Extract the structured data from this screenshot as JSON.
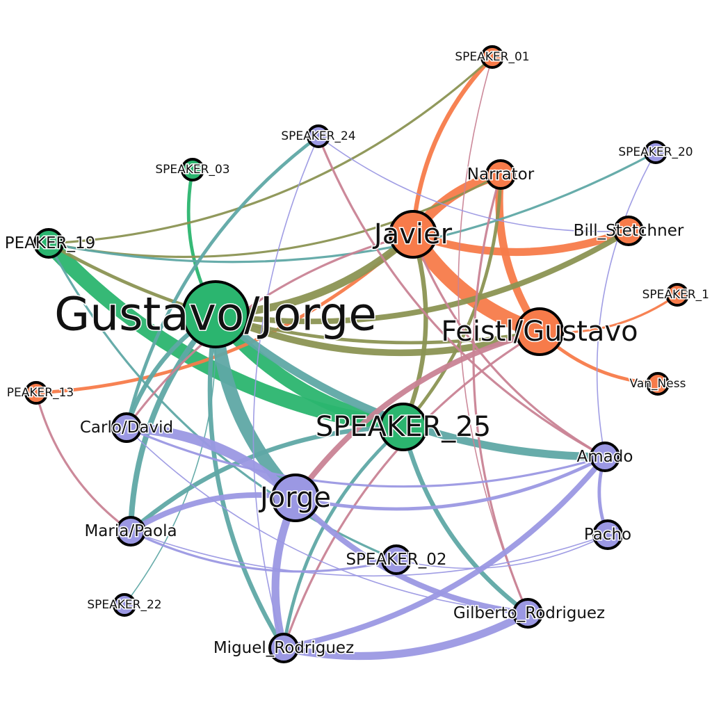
{
  "colors": {
    "green": "#2bb56f",
    "orange": "#f77b4a",
    "purple": "#9b98e3",
    "olive": "#8b9453",
    "teal": "#5fa8a5",
    "pink": "#c98395",
    "green_edge": "#2bb56f",
    "orange_edge": "#f77b4a",
    "purple_edge": "#9b98e3"
  },
  "nodes": [
    {
      "id": "gustavo_jorge",
      "label": "Gustavo/Jorge",
      "color": "green",
      "size": "xl"
    },
    {
      "id": "speaker_25",
      "label": "SPEAKER_25",
      "color": "green",
      "size": "l"
    },
    {
      "id": "speaker_19",
      "label": "PEAKER_19",
      "color": "green",
      "size": "m"
    },
    {
      "id": "speaker_03",
      "label": "SPEAKER_03",
      "color": "green",
      "size": "s"
    },
    {
      "id": "javier",
      "label": "Javier",
      "color": "orange",
      "size": "l"
    },
    {
      "id": "feistl_gustavo",
      "label": "Feistl/Gustavo",
      "color": "orange",
      "size": "l"
    },
    {
      "id": "narrator",
      "label": "Narrator",
      "color": "orange",
      "size": "m"
    },
    {
      "id": "bill_stetchner",
      "label": "Bill_Stetchner",
      "color": "orange",
      "size": "m"
    },
    {
      "id": "speaker_01",
      "label": "SPEAKER_01",
      "color": "orange",
      "size": "s"
    },
    {
      "id": "speaker_1",
      "label": "SPEAKER_1",
      "color": "orange",
      "size": "s"
    },
    {
      "id": "van_ness",
      "label": "Van_Ness",
      "color": "orange",
      "size": "s"
    },
    {
      "id": "speaker_13",
      "label": "PEAKER_13",
      "color": "orange",
      "size": "s"
    },
    {
      "id": "jorge",
      "label": "Jorge",
      "color": "purple",
      "size": "l"
    },
    {
      "id": "carlo_david",
      "label": "Carlo/David",
      "color": "purple",
      "size": "m"
    },
    {
      "id": "maria_paola",
      "label": "Maria/Paola",
      "color": "purple",
      "size": "m"
    },
    {
      "id": "amado",
      "label": "Amado",
      "color": "purple",
      "size": "m"
    },
    {
      "id": "pacho",
      "label": "Pacho",
      "color": "purple",
      "size": "m"
    },
    {
      "id": "speaker_02",
      "label": "SPEAKER_02",
      "color": "purple",
      "size": "m"
    },
    {
      "id": "gilberto_rodriguez",
      "label": "Gilberto_Rodriguez",
      "color": "purple",
      "size": "m"
    },
    {
      "id": "miguel_rodriguez",
      "label": "Miguel_Rodriguez",
      "color": "purple",
      "size": "m"
    },
    {
      "id": "speaker_22",
      "label": "SPEAKER_22",
      "color": "purple",
      "size": "s"
    },
    {
      "id": "speaker_24",
      "label": "SPEAKER_24",
      "color": "purple",
      "size": "s"
    },
    {
      "id": "speaker_20",
      "label": "SPEAKER_20",
      "color": "purple",
      "size": "s"
    }
  ],
  "edges": [
    {
      "source": "speaker_19",
      "target": "speaker_25",
      "weight": 14,
      "color": "green_edge"
    },
    {
      "source": "gustavo_jorge",
      "target": "speaker_25",
      "weight": 12,
      "color": "green_edge"
    },
    {
      "source": "javier",
      "target": "feistl_gustavo",
      "weight": 14,
      "color": "orange_edge"
    },
    {
      "source": "narrator",
      "target": "javier",
      "weight": 9,
      "color": "orange_edge"
    },
    {
      "source": "narrator",
      "target": "feistl_gustavo",
      "weight": 7,
      "color": "orange_edge"
    },
    {
      "source": "javier",
      "target": "bill_stetchner",
      "weight": 7,
      "color": "orange_edge"
    },
    {
      "source": "speaker_01",
      "target": "javier",
      "weight": 4,
      "color": "orange_edge"
    },
    {
      "source": "speaker_13",
      "target": "javier",
      "weight": 3,
      "color": "orange_edge"
    },
    {
      "source": "feistl_gustavo",
      "target": "van_ness",
      "weight": 3,
      "color": "orange_edge"
    },
    {
      "source": "feistl_gustavo",
      "target": "speaker_1",
      "weight": 2,
      "color": "orange_edge"
    },
    {
      "source": "speaker_03",
      "target": "gustavo_jorge",
      "weight": 3,
      "color": "green_edge"
    },
    {
      "source": "gustavo_jorge",
      "target": "javier",
      "weight": 7,
      "color": "olive"
    },
    {
      "source": "gustavo_jorge",
      "target": "feistl_gustavo",
      "weight": 6,
      "color": "olive"
    },
    {
      "source": "speaker_19",
      "target": "feistl_gustavo",
      "weight": 3,
      "color": "olive"
    },
    {
      "source": "gustavo_jorge",
      "target": "bill_stetchner",
      "weight": 5,
      "color": "olive"
    },
    {
      "source": "speaker_25",
      "target": "javier",
      "weight": 4,
      "color": "olive"
    },
    {
      "source": "speaker_25",
      "target": "narrator",
      "weight": 3,
      "color": "olive"
    },
    {
      "source": "speaker_19",
      "target": "speaker_01",
      "weight": 2,
      "color": "olive"
    },
    {
      "source": "speaker_19",
      "target": "narrator",
      "weight": 2,
      "color": "olive"
    },
    {
      "source": "gustavo_jorge",
      "target": "jorge",
      "weight": 12,
      "color": "teal"
    },
    {
      "source": "gustavo_jorge",
      "target": "amado",
      "weight": 7,
      "color": "teal"
    },
    {
      "source": "gustavo_jorge",
      "target": "miguel_rodriguez",
      "weight": 4,
      "color": "teal"
    },
    {
      "source": "gustavo_jorge",
      "target": "carlo_david",
      "weight": 4,
      "color": "teal"
    },
    {
      "source": "gustavo_jorge",
      "target": "maria_paola",
      "weight": 5,
      "color": "teal"
    },
    {
      "source": "speaker_25",
      "target": "gilberto_rodriguez",
      "weight": 4,
      "color": "teal"
    },
    {
      "source": "speaker_25",
      "target": "maria_paola",
      "weight": 4,
      "color": "teal"
    },
    {
      "source": "speaker_24",
      "target": "carlo_david",
      "weight": 3,
      "color": "teal"
    },
    {
      "source": "speaker_19",
      "target": "speaker_02",
      "weight": 2,
      "color": "teal"
    },
    {
      "source": "speaker_19",
      "target": "speaker_20",
      "weight": 2,
      "color": "teal"
    },
    {
      "source": "speaker_22",
      "target": "gustavo_jorge",
      "weight": 1,
      "color": "teal"
    },
    {
      "source": "speaker_25",
      "target": "miguel_rodriguez",
      "weight": 3,
      "color": "teal"
    },
    {
      "source": "feistl_gustavo",
      "target": "jorge",
      "weight": 5,
      "color": "pink"
    },
    {
      "source": "feistl_gustavo",
      "target": "miguel_rodriguez",
      "weight": 2,
      "color": "pink"
    },
    {
      "source": "javier",
      "target": "amado",
      "weight": 2,
      "color": "pink"
    },
    {
      "source": "speaker_01",
      "target": "gilberto_rodriguez",
      "weight": 1,
      "color": "pink"
    },
    {
      "source": "speaker_13",
      "target": "maria_paola",
      "weight": 2,
      "color": "pink"
    },
    {
      "source": "speaker_24",
      "target": "amado",
      "weight": 2,
      "color": "pink"
    },
    {
      "source": "javier",
      "target": "carlo_david",
      "weight": 2,
      "color": "pink"
    },
    {
      "source": "narrator",
      "target": "gilberto_rodriguez",
      "weight": 2,
      "color": "pink"
    },
    {
      "source": "jorge",
      "target": "carlo_david",
      "weight": 9,
      "color": "purple_edge"
    },
    {
      "source": "jorge",
      "target": "maria_paola",
      "weight": 5,
      "color": "purple_edge"
    },
    {
      "source": "jorge",
      "target": "gilberto_rodriguez",
      "weight": 5,
      "color": "purple_edge"
    },
    {
      "source": "jorge",
      "target": "amado",
      "weight": 3,
      "color": "purple_edge"
    },
    {
      "source": "jorge",
      "target": "miguel_rodriguez",
      "weight": 7,
      "color": "purple_edge"
    },
    {
      "source": "miguel_rodriguez",
      "target": "gilberto_rodriguez",
      "weight": 7,
      "color": "purple_edge"
    },
    {
      "source": "miguel_rodriguez",
      "target": "amado",
      "weight": 5,
      "color": "purple_edge"
    },
    {
      "source": "amado",
      "target": "pacho",
      "weight": 3,
      "color": "purple_edge"
    },
    {
      "source": "carlo_david",
      "target": "amado",
      "weight": 2,
      "color": "purple_edge"
    },
    {
      "source": "maria_paola",
      "target": "speaker_02",
      "weight": 2,
      "color": "purple_edge"
    },
    {
      "source": "speaker_02",
      "target": "pacho",
      "weight": 1,
      "color": "purple_edge"
    },
    {
      "source": "speaker_24",
      "target": "miguel_rodriguez",
      "weight": 1,
      "color": "purple_edge"
    },
    {
      "source": "speaker_20",
      "target": "amado",
      "weight": 1,
      "color": "purple_edge"
    },
    {
      "source": "carlo_david",
      "target": "gilberto_rodriguez",
      "weight": 1,
      "color": "purple_edge"
    },
    {
      "source": "maria_paola",
      "target": "pacho",
      "weight": 1,
      "color": "purple_edge"
    },
    {
      "source": "speaker_24",
      "target": "bill_stetchner",
      "weight": 1,
      "color": "purple_edge"
    }
  ]
}
